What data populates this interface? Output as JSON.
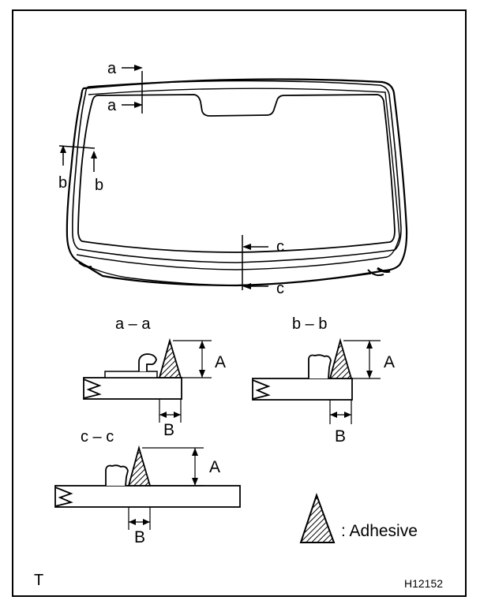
{
  "labels": {
    "a": "a",
    "b": "b",
    "c": "c"
  },
  "sections": {
    "aa": "a – a",
    "bb": "b – b",
    "cc": "c – c"
  },
  "dims": {
    "A": "A",
    "B": "B"
  },
  "legend": {
    "adhesive": ": Adhesive"
  },
  "footer": {
    "left": "T",
    "code": "H12152"
  }
}
